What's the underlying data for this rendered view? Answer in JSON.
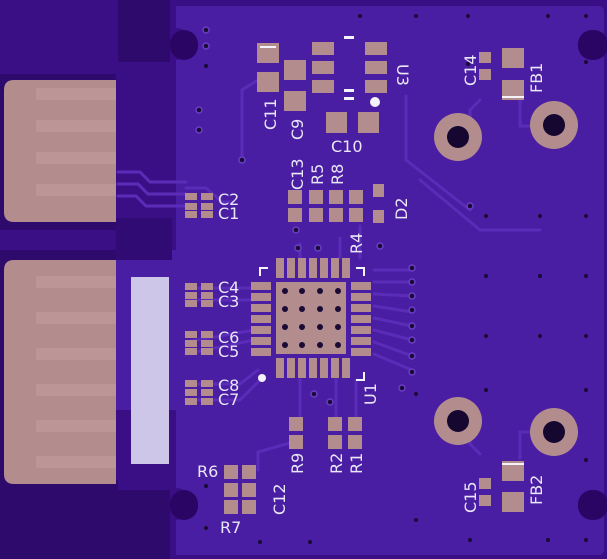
{
  "colors": {
    "board": "#3a0f86",
    "pour": "#4a1ea3",
    "dark": "#2a0564",
    "trace": "#5628b4",
    "pad": "#b38d8e",
    "silk": "#f4f2fa",
    "label": "#e9e6f6",
    "via": "#1a0a36"
  },
  "labels": {
    "U1": "U1",
    "U3": "U3",
    "C1": "C1",
    "C2": "C2",
    "C3": "C3",
    "C4": "C4",
    "C5": "C5",
    "C6": "C6",
    "C7": "C7",
    "C8": "C8",
    "C9": "C9",
    "C10": "C10",
    "C11": "C11",
    "C12": "C12",
    "C13": "C13",
    "C14": "C14",
    "C15": "C15",
    "R1": "R1",
    "R2": "R2",
    "R4": "R4",
    "R5": "R5",
    "R6": "R6",
    "R7": "R7",
    "R8": "R8",
    "R9": "R9",
    "D2": "D2",
    "FB1": "FB1",
    "FB2": "FB2"
  }
}
